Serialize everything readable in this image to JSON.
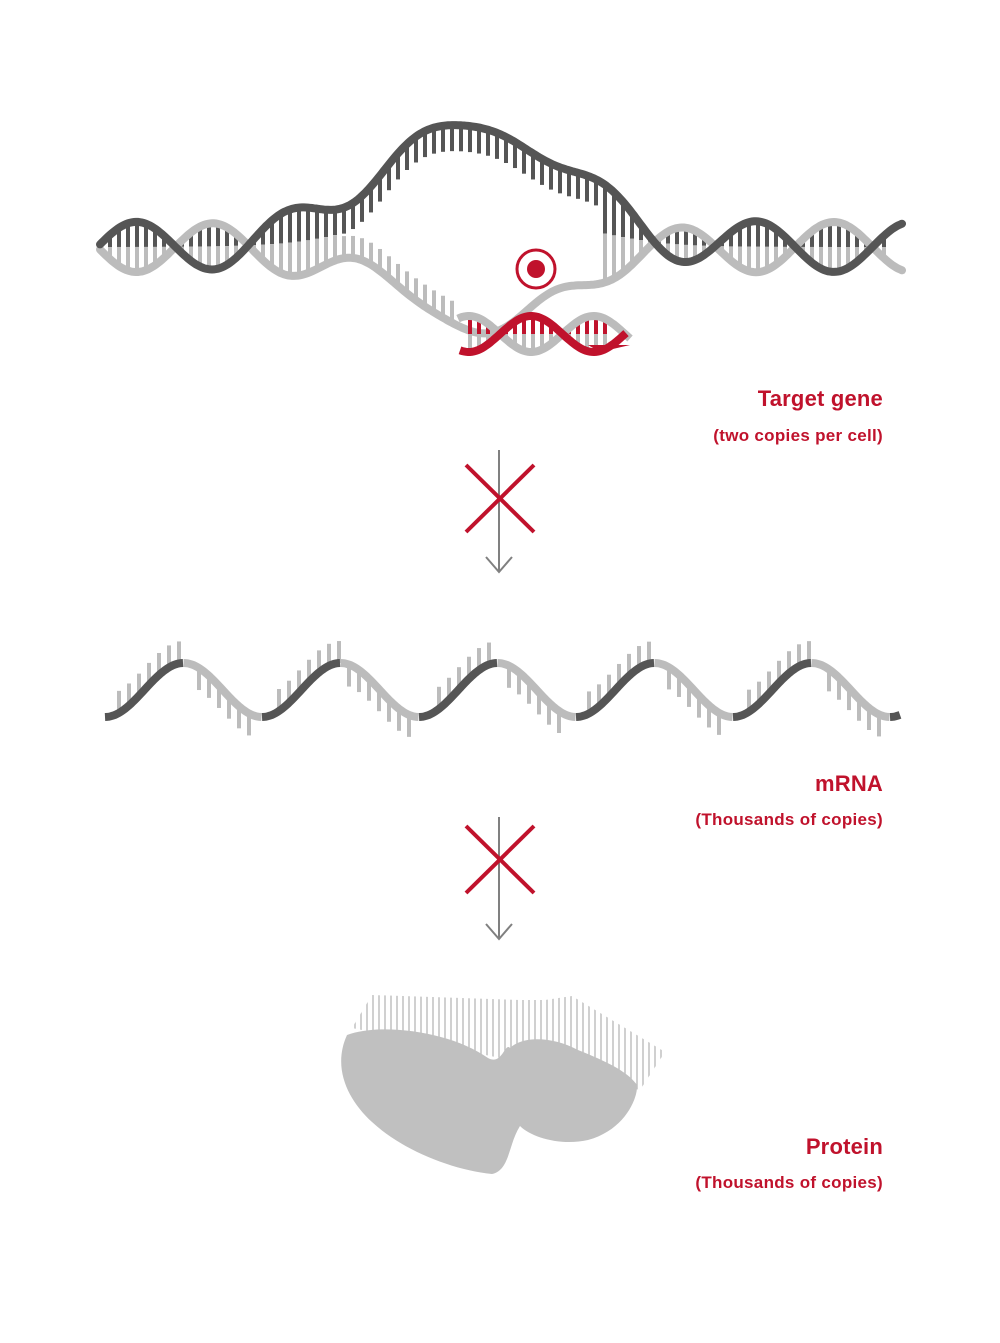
{
  "colors": {
    "accent": "#c0122c",
    "dark_strand": "#555555",
    "light_strand": "#bcbcbc",
    "arrow": "#808080",
    "protein": "#c0c0c0"
  },
  "stages": [
    {
      "title": "Target gene",
      "subtitle": "(two copies per cell)",
      "icon": "dna-double-helix-with-editor"
    },
    {
      "title": "mRNA",
      "subtitle": "(Thousands of copies)",
      "icon": "mrna-strand"
    },
    {
      "title": "Protein",
      "subtitle": "(Thousands of copies)",
      "icon": "protein-shape"
    }
  ],
  "blocked_steps": [
    {
      "icon": "blocked-arrow-icon",
      "from": "Target gene",
      "to": "mRNA"
    },
    {
      "icon": "blocked-arrow-icon",
      "from": "mRNA",
      "to": "Protein"
    }
  ]
}
